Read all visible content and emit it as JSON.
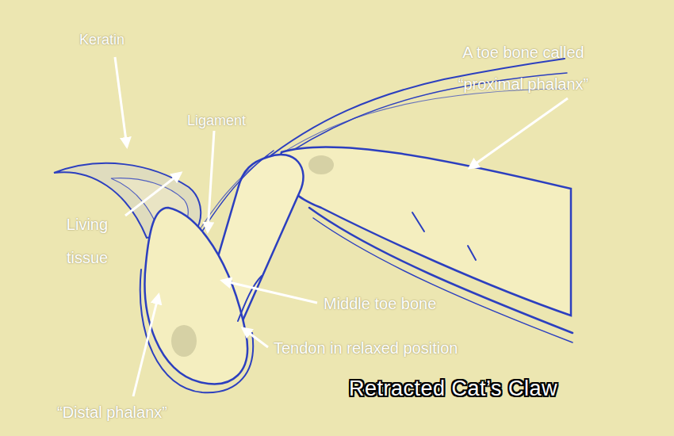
{
  "diagram": {
    "caption": "Retracted Cat’s Claw",
    "labels": [
      "Keratin",
      "A toe bone called “proximal phalanx”",
      "Ligament",
      "Living tissue",
      "Middle toe bone",
      "Tendon in relaxed position",
      "“Distal phalanx”"
    ]
  }
}
